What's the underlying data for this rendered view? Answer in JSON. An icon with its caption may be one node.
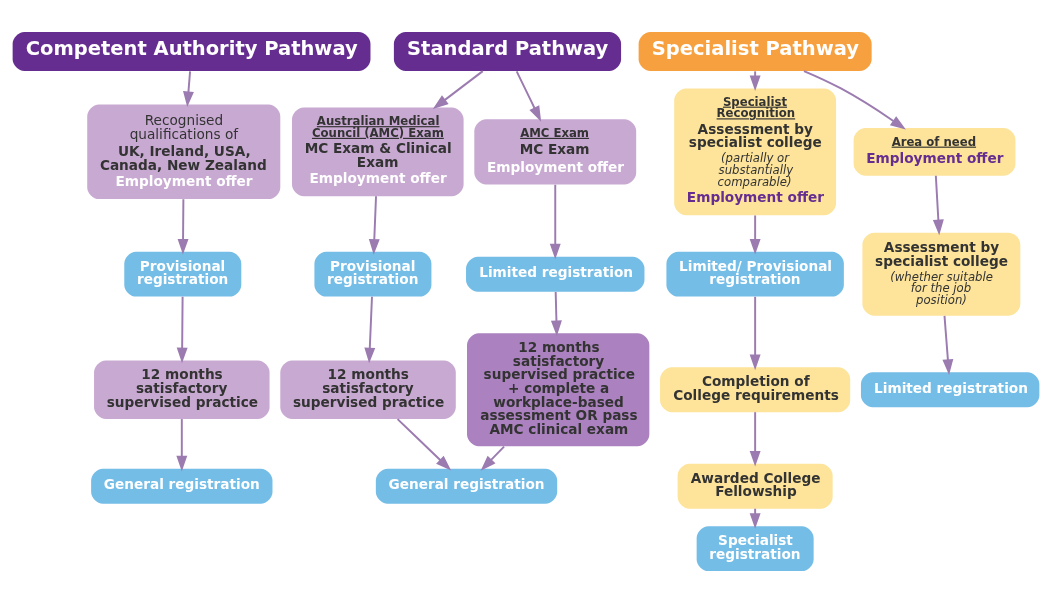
{
  "diagram": {
    "nodes": [
      {
        "text": [
          "Competent Authority Pathway"
        ]
      },
      {
        "text": [
          "Recognised qualifications of",
          "UK, Ireland, USA, Canada, New Zealand",
          "Employment offer"
        ]
      },
      {
        "text": [
          "Provisional registration"
        ]
      },
      {
        "text": [
          "12 months satisfactory supervised practice"
        ]
      },
      {
        "text": [
          "General registration"
        ]
      },
      {
        "text": [
          "Standard Pathway"
        ]
      },
      {
        "text": [
          "Australian Medical Council (AMC) Exam",
          "MC Exam & Clinical Exam",
          "Employment offer"
        ]
      },
      {
        "text": [
          "AMC Exam",
          "MC Exam",
          "Employment offer"
        ]
      },
      {
        "text": [
          "Provisional registration"
        ]
      },
      {
        "text": [
          "Limited registration"
        ]
      },
      {
        "text": [
          "12 months satisfactory supervised practice"
        ]
      },
      {
        "text": [
          "12 months satisfactory supervised practice + complete a workplace-based assessment OR pass AMC clinical exam"
        ]
      },
      {
        "text": [
          "General registration"
        ]
      },
      {
        "text": [
          "Specialist Pathway"
        ]
      },
      {
        "text": [
          "Specialist Recognition",
          "Assessment by specialist college",
          "(partially or substantially comparable)",
          "Employment offer"
        ]
      },
      {
        "text": [
          "Area of need",
          "Employment offer"
        ]
      },
      {
        "text": [
          "Limited/ Provisional registration"
        ]
      },
      {
        "text": [
          "Completion of College requirements"
        ]
      },
      {
        "text": [
          "Awarded College Fellowship"
        ]
      },
      {
        "text": [
          "Specialist registration"
        ]
      },
      {
        "text": [
          "Assessment by specialist college",
          "(whether suitable for the job position)"
        ]
      },
      {
        "text": [
          "Limited registration"
        ]
      }
    ],
    "edges": [
      {
        "from": 0,
        "to": 1,
        "arrow": "to"
      },
      {
        "from": 1,
        "to": 2,
        "arrow": "to"
      },
      {
        "from": 2,
        "to": 3,
        "arrow": "to"
      },
      {
        "from": 3,
        "to": 4,
        "arrow": "to"
      },
      {
        "from": 5,
        "to": 6,
        "arrow": "to"
      },
      {
        "from": 5,
        "to": 7,
        "arrow": "to"
      },
      {
        "from": 6,
        "to": 8,
        "arrow": "to"
      },
      {
        "from": 7,
        "to": 9,
        "arrow": "to"
      },
      {
        "from": 8,
        "to": 10,
        "arrow": "to"
      },
      {
        "from": 9,
        "to": 11,
        "arrow": "to"
      },
      {
        "from": 10,
        "to": 12,
        "arrow": "to"
      },
      {
        "from": 11,
        "to": 12,
        "arrow": "to"
      },
      {
        "from": 13,
        "to": 14,
        "arrow": "to"
      },
      {
        "from": 13,
        "to": 15,
        "arrow": "to"
      },
      {
        "from": 14,
        "to": 16,
        "arrow": "to"
      },
      {
        "from": 16,
        "to": 17,
        "arrow": "to"
      },
      {
        "from": 17,
        "to": 18,
        "arrow": "to"
      },
      {
        "from": 18,
        "to": 19,
        "arrow": "to"
      },
      {
        "from": 15,
        "to": 20,
        "arrow": "to"
      },
      {
        "from": 20,
        "to": 21,
        "arrow": "to"
      }
    ]
  }
}
